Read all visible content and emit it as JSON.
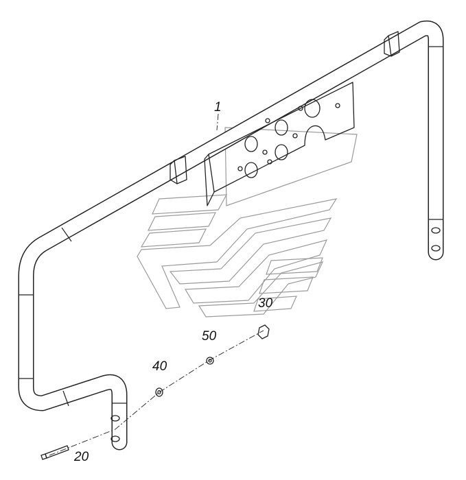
{
  "callouts": [
    {
      "id": "plate",
      "text": "1"
    },
    {
      "id": "bolt",
      "text": "20"
    },
    {
      "id": "nut",
      "text": "30"
    },
    {
      "id": "washer",
      "text": "40"
    },
    {
      "id": "lock-washer",
      "text": "50"
    }
  ]
}
